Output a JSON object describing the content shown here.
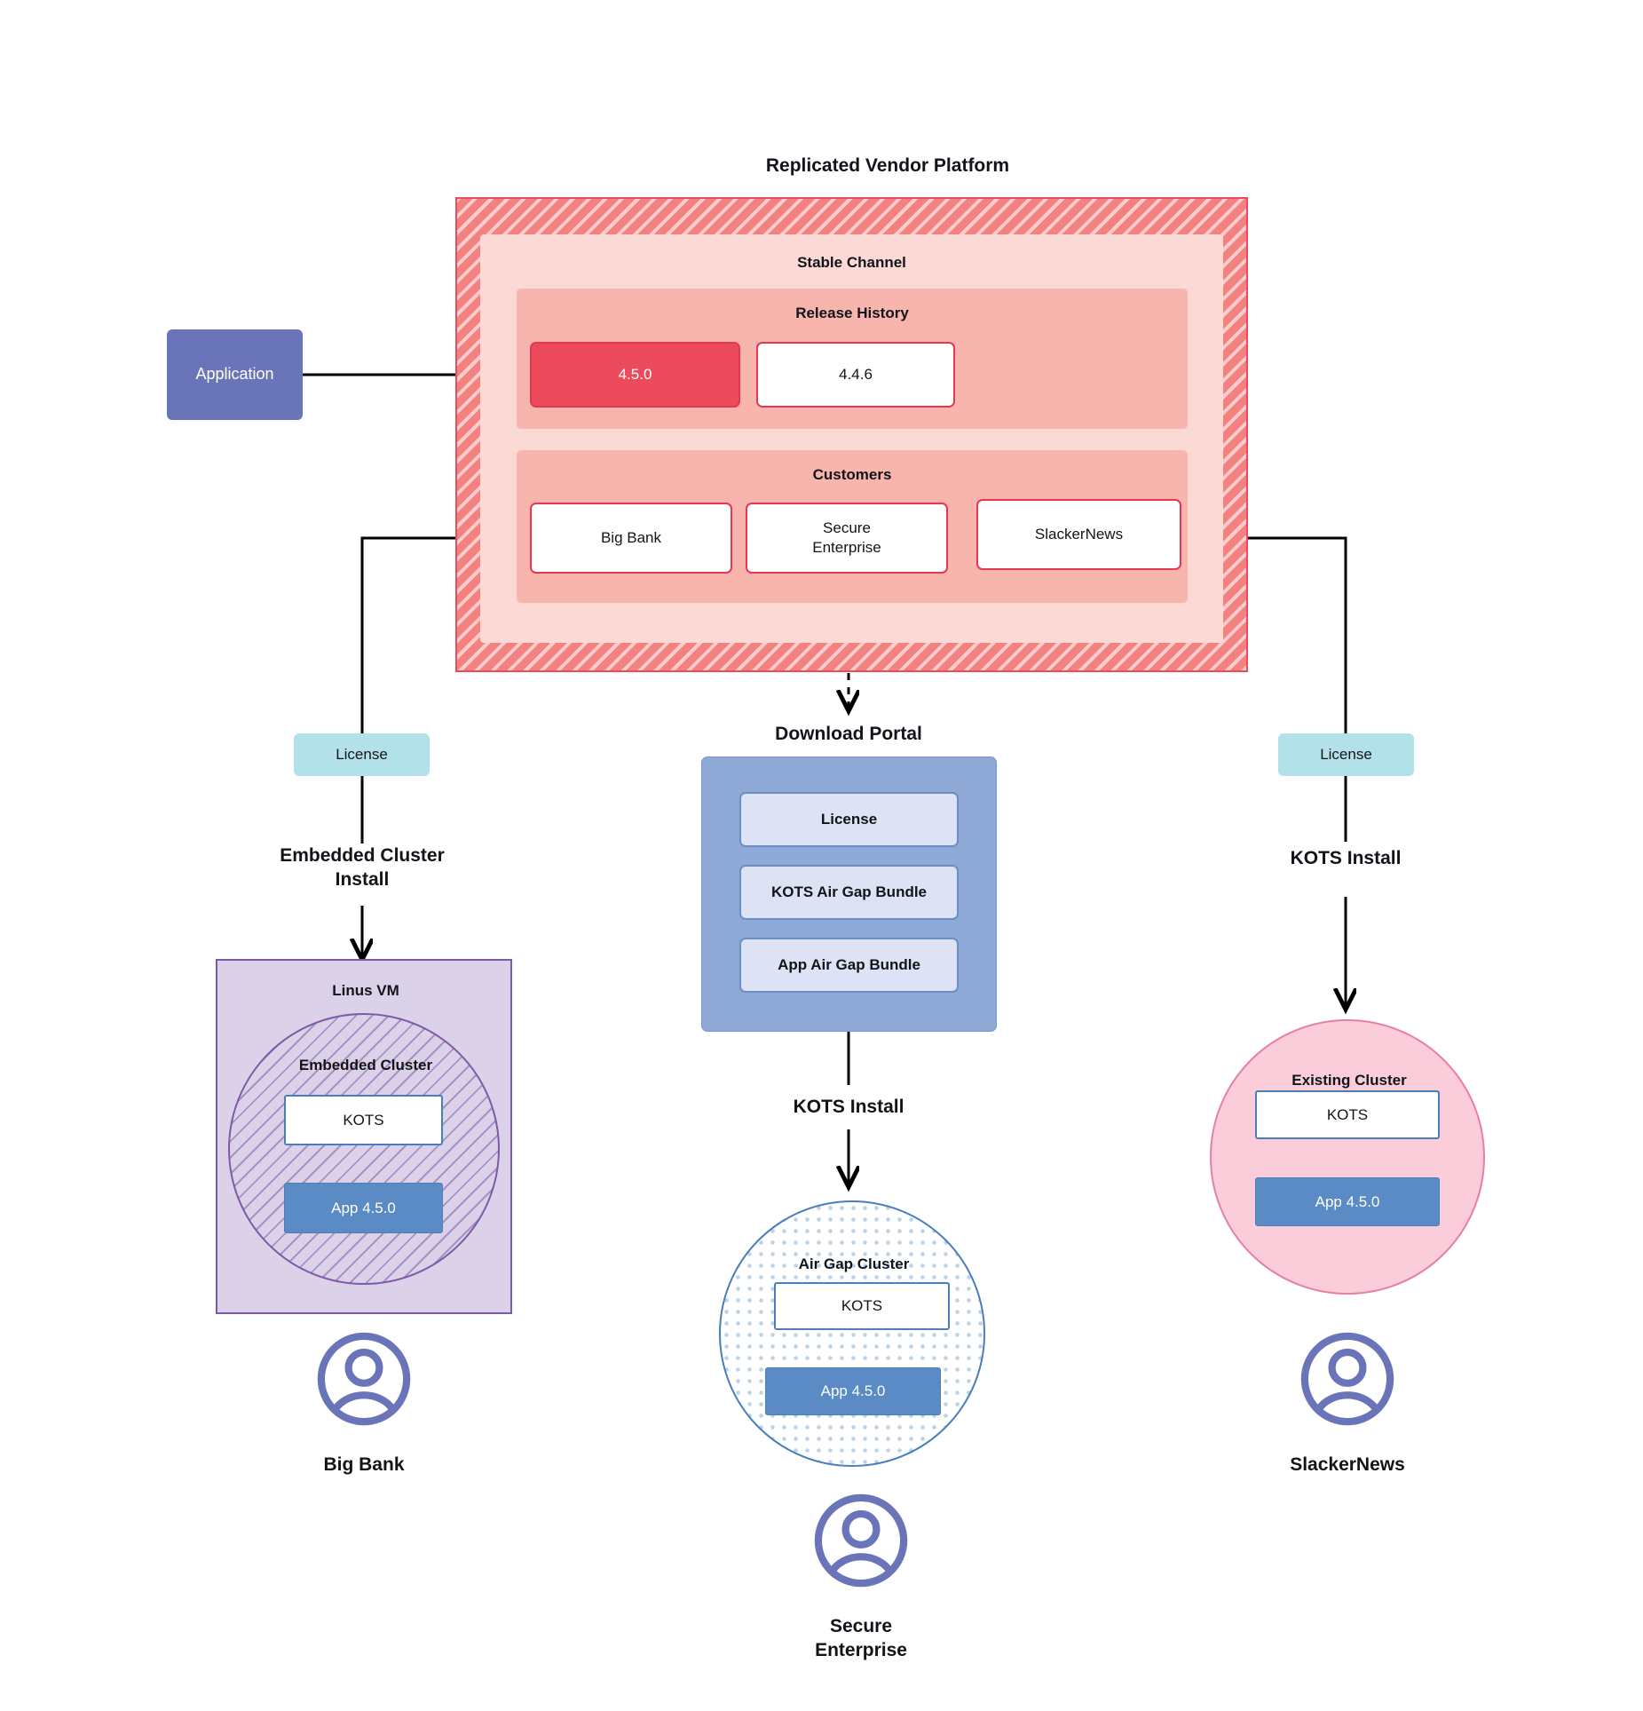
{
  "diagram": {
    "vendor_platform": {
      "title": "Replicated Vendor Platform",
      "channel": {
        "title": "Stable Channel",
        "release_history": {
          "title": "Release History",
          "releases": [
            {
              "version": "4.5.0",
              "state": "current"
            },
            {
              "version": "4.4.6",
              "state": "previous"
            }
          ]
        },
        "customers": {
          "title": "Customers",
          "items": [
            {
              "name": "Big Bank"
            },
            {
              "name": "Secure\nEnterprise"
            },
            {
              "name": "SlackerNews"
            }
          ]
        }
      }
    },
    "application": {
      "label": "Application"
    },
    "branches": {
      "left": {
        "license_label": "License",
        "install_label": "Embedded Cluster\nInstall",
        "host": {
          "title": "Linus VM",
          "cluster_title": "Embedded Cluster",
          "kots_label": "KOTS",
          "app_label": "App 4.5.0"
        },
        "persona": "Big Bank"
      },
      "center": {
        "portal_title": "Download  Portal",
        "portal_items": [
          "License",
          "KOTS Air Gap Bundle",
          "App Air Gap Bundle"
        ],
        "install_label": "KOTS Install",
        "cluster": {
          "title": "Air Gap Cluster",
          "kots_label": "KOTS",
          "app_label": "App 4.5.0"
        },
        "persona": "Secure\nEnterprise"
      },
      "right": {
        "license_label": "License",
        "install_label": "KOTS Install",
        "cluster": {
          "title": "Existing Cluster",
          "kots_label": "KOTS",
          "app_label": "App 4.5.0"
        },
        "persona": "SlackerNews"
      }
    },
    "colors": {
      "platform_fill": "#f2817f",
      "platform_border": "#ec4b5e",
      "channel_fill": "#fbd9d5",
      "panel_fill": "#f8b5ae",
      "release_current": "#ec4b5e",
      "application_fill": "#6a74b8",
      "license_fill": "#b3e1ea",
      "portal_fill": "#8fa9d7",
      "portal_item_fill": "#dde3f4",
      "vm_fill": "#dbd2ea",
      "vm_border": "#7e5aa6",
      "airgap_border": "#4a7ebb",
      "existing_cluster_fill": "#fbcddb",
      "existing_cluster_border": "#e87fa1",
      "app_fill": "#5b8bc4",
      "persona_icon": "#6a74b8",
      "connector": "#000000"
    }
  }
}
